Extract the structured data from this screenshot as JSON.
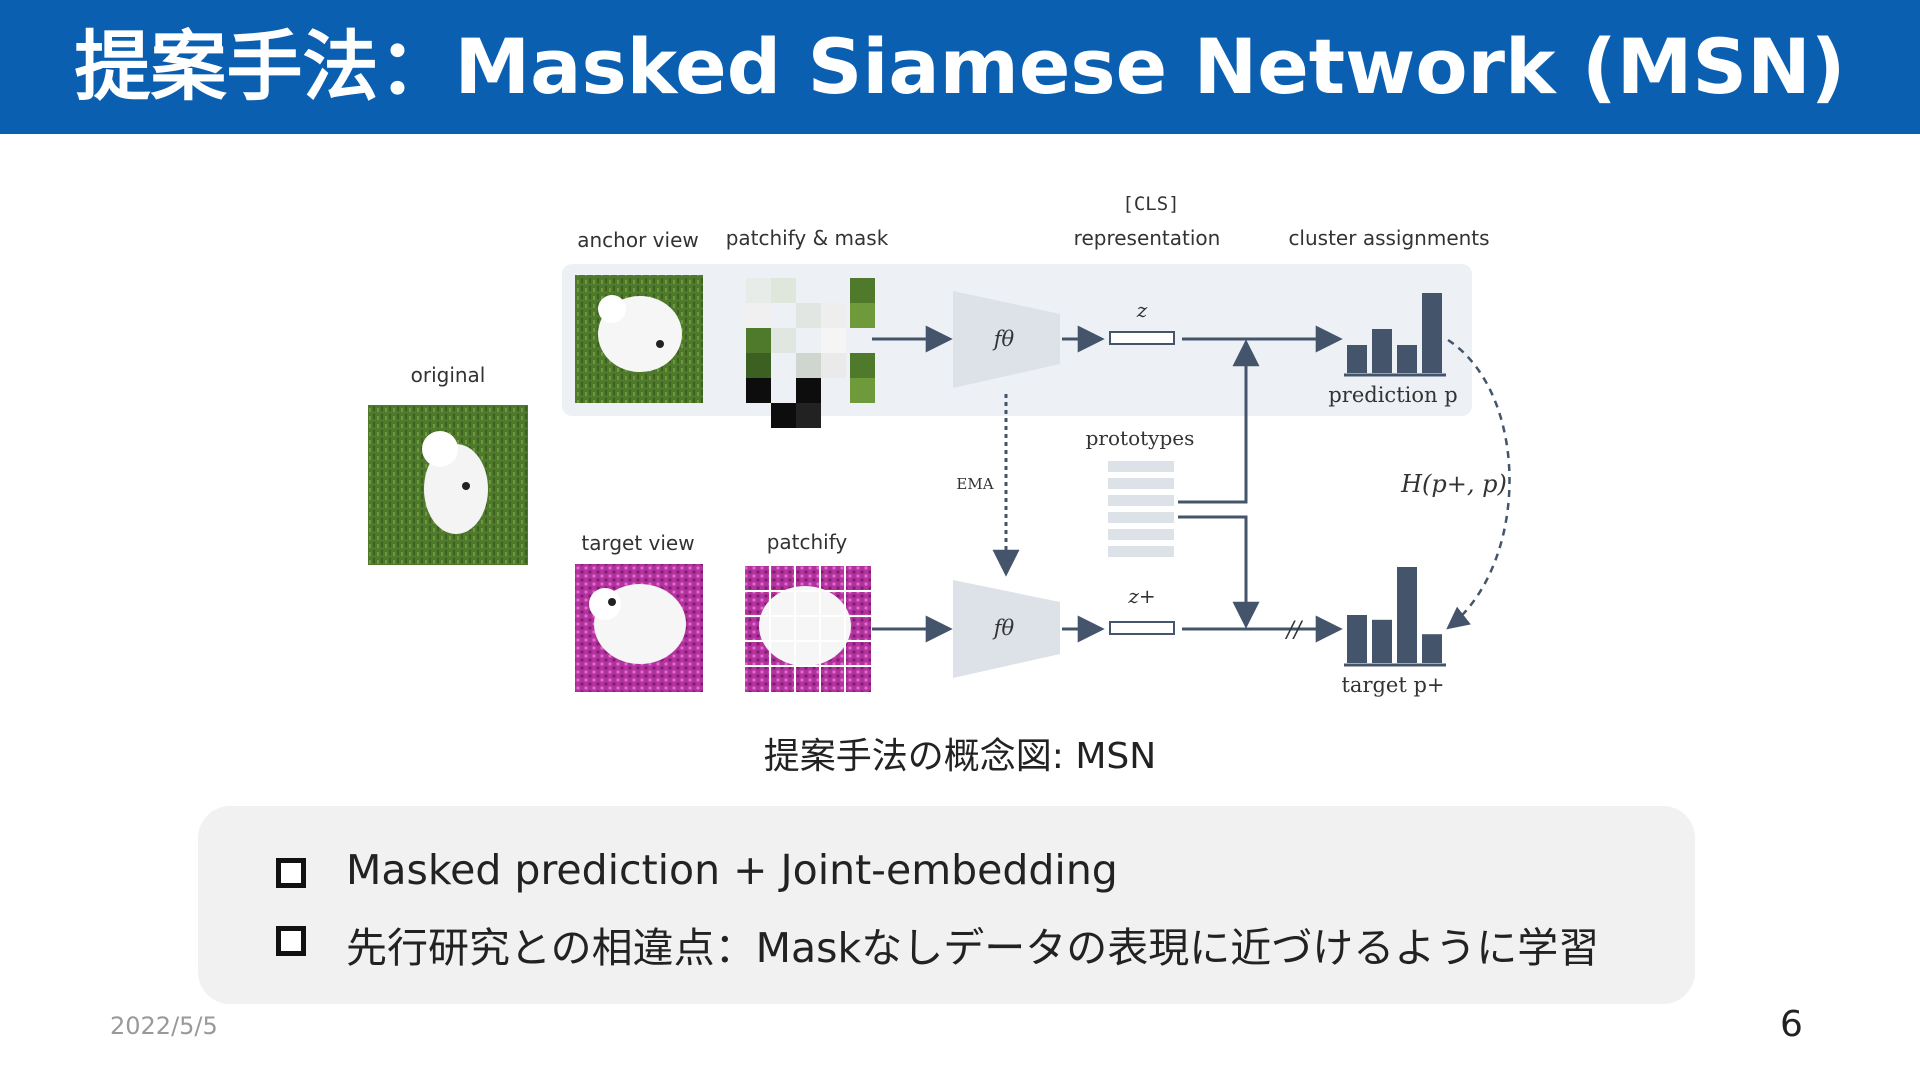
{
  "header": {
    "title": "提案手法：Masked Siamese Network (MSN)",
    "bg_color": "#0b5fb0"
  },
  "figure": {
    "labels": {
      "original": "original",
      "anchor_view": "anchor view",
      "patchify_mask": "patchify & mask",
      "cls": "[CLS]",
      "representation": "representation",
      "cluster_assignments": "cluster assignments",
      "target_view": "target view",
      "patchify": "patchify",
      "ema": "EMA",
      "prototypes": "prototypes",
      "z": "z",
      "z_plus": "z+",
      "f_theta_top": "fθ",
      "f_theta_bottom": "fθ",
      "prediction": "prediction p",
      "target": "target p+",
      "loss": "H(p+, p)",
      "stop_grad": "//"
    },
    "prediction_bars": [
      0.35,
      0.55,
      0.35,
      1.0
    ],
    "target_bars": [
      0.5,
      0.45,
      1.0,
      0.3
    ],
    "colors": {
      "bars": "#44546a",
      "encoder": "#dde1e8",
      "anchor_band": "#edf1f5",
      "arrow": "#44546a",
      "grass": "#4f7a2c",
      "flowers": "#b4329e"
    }
  },
  "caption": "提案手法の概念図: MSN",
  "bullets": [
    {
      "text": "Masked prediction + Joint-embedding",
      "icon": "square-bullet-icon"
    },
    {
      "text": "先行研究との相違点：Maskなしデータの表現に近づけるように学習",
      "icon": "square-bullet-icon"
    }
  ],
  "footer": {
    "date": "2022/5/5",
    "page_number": "6"
  }
}
